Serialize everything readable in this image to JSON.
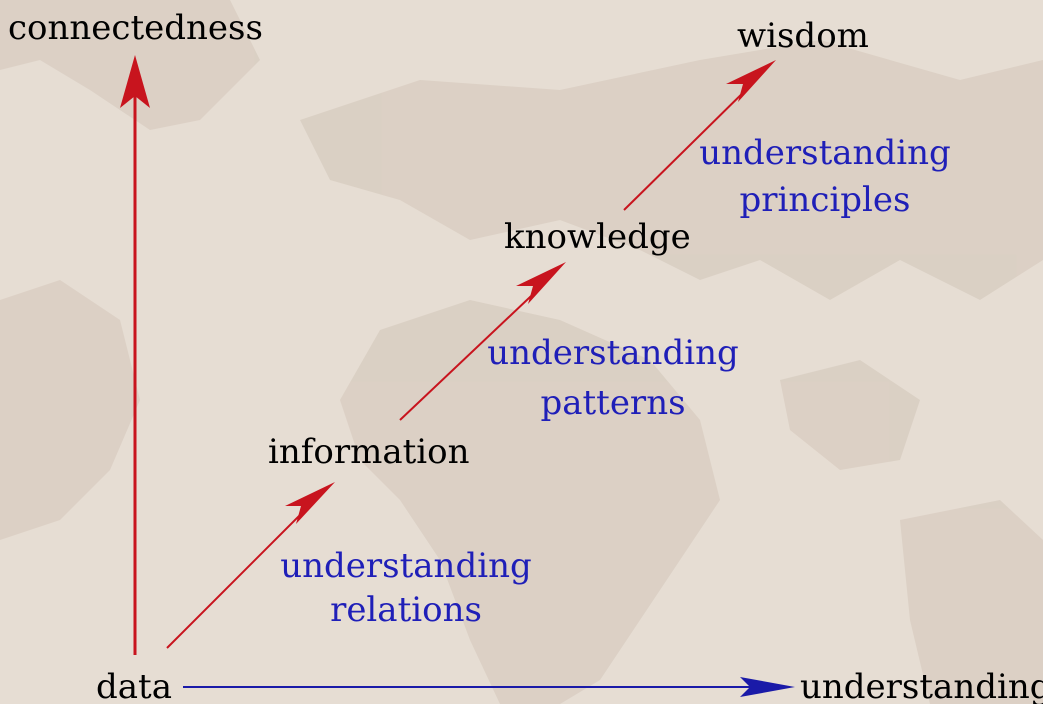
{
  "axes": {
    "vertical_label": "connectedness",
    "horizontal_label": "understanding",
    "vertical_color": "#c8141e",
    "horizontal_color": "#1a1aa8"
  },
  "nodes": {
    "data": "data",
    "information": "information",
    "knowledge": "knowledge",
    "wisdom": "wisdom"
  },
  "transitions": [
    {
      "from": "data",
      "to": "information",
      "line1": "understanding",
      "line2": "relations"
    },
    {
      "from": "information",
      "to": "knowledge",
      "line1": "understanding",
      "line2": "patterns"
    },
    {
      "from": "knowledge",
      "to": "wisdom",
      "line1": "understanding",
      "line2": "principles"
    }
  ],
  "colors": {
    "background": "#e6ddd3",
    "landmass": "#d9cec2",
    "arrow": "#c8141e",
    "annotation": "#1f1fb8",
    "node_text": "#000000"
  }
}
